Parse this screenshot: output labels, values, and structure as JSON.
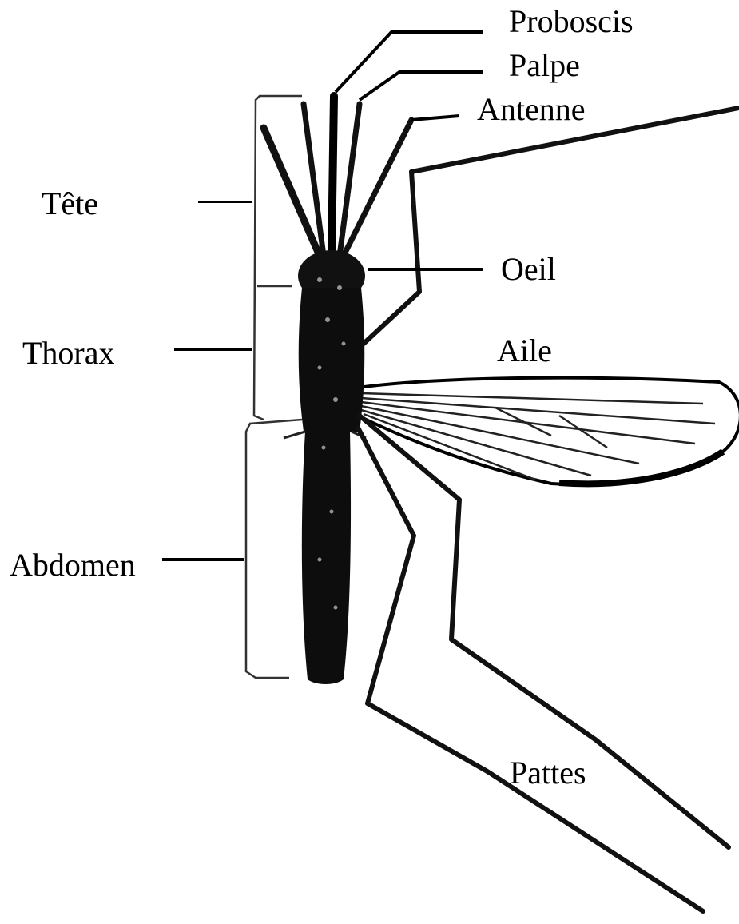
{
  "labels": {
    "proboscis": "Proboscis",
    "palpe": "Palpe",
    "antenne": "Antenne",
    "tete": "Tête",
    "oeil": "Oeil",
    "thorax": "Thorax",
    "aile": "Aile",
    "abdomen": "Abdomen",
    "pattes": "Pattes"
  },
  "colors": {
    "ink": "#000000",
    "background": "#ffffff"
  }
}
